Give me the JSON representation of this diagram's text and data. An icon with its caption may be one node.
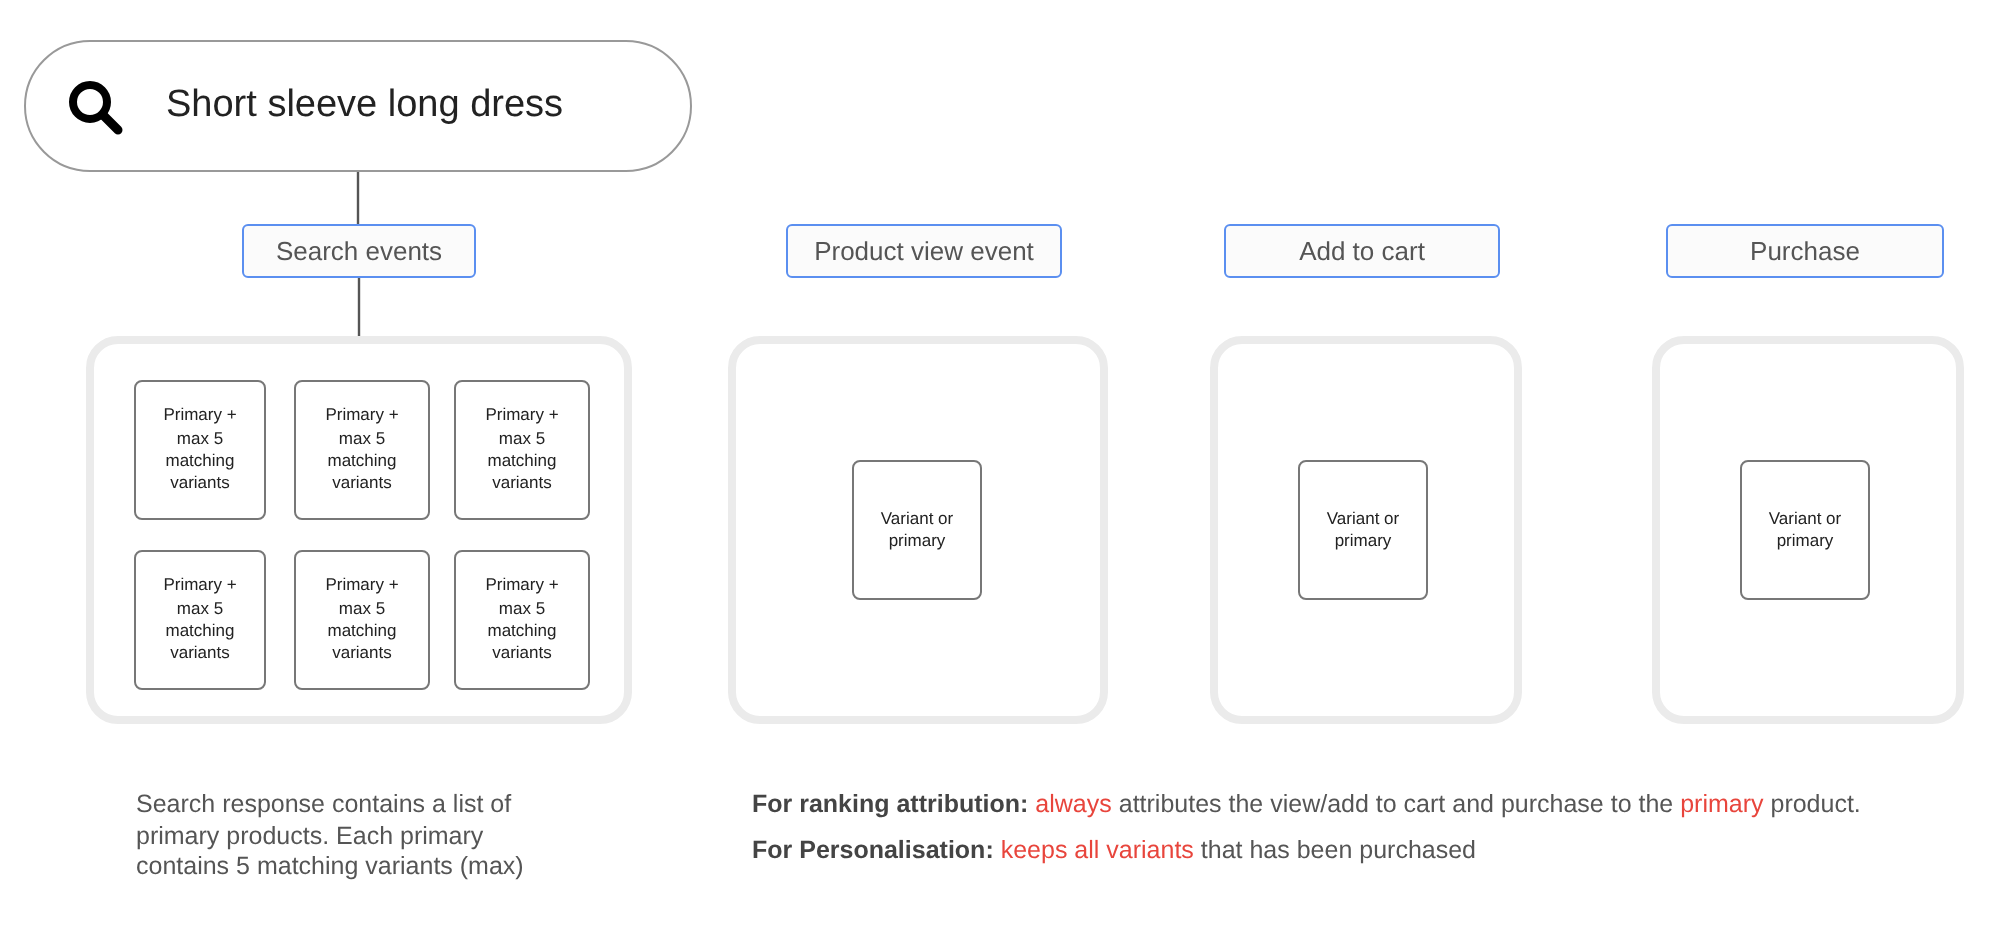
{
  "diagram": {
    "nodes": [
      {
        "text": [
          "Short sleeve long dress"
        ]
      },
      {
        "text": [
          "Search events"
        ]
      },
      {
        "text": [],
        "shape": "box"
      },
      {
        "text": [
          "Primary + max 5 matching variants"
        ],
        "in": 2
      },
      {
        "text": [
          "Primary + max 5 matching variants"
        ],
        "in": 2
      },
      {
        "text": [
          "Primary + max 5 matching variants"
        ],
        "in": 2
      },
      {
        "text": [
          "Primary + max 5 matching variants"
        ],
        "in": 2
      },
      {
        "text": [
          "Primary + max 5 matching variants"
        ],
        "in": 2
      },
      {
        "text": [
          "Primary + max 5 matching variants"
        ],
        "in": 2
      },
      {
        "text": [
          "Product view event"
        ]
      },
      {
        "text": [],
        "shape": "box"
      },
      {
        "text": [
          "Variant or primary"
        ],
        "in": 10
      },
      {
        "text": [
          "Add to cart"
        ]
      },
      {
        "text": [],
        "shape": "box"
      },
      {
        "text": [
          "Variant or primary"
        ],
        "in": 13
      },
      {
        "text": [
          "Purchase"
        ]
      },
      {
        "text": [],
        "shape": "box"
      },
      {
        "text": [
          "Variant or primary"
        ],
        "in": 16
      }
    ],
    "edges": [
      {
        "from": 0,
        "to": 1,
        "arrow": "none"
      },
      {
        "from": 1,
        "to": 2,
        "arrow": "none"
      }
    ],
    "labels": [
      "Search response contains a list of primary products. Each primary contains 5 matching variants (max)",
      "**For ranking attribution:** *always* attributes the view/add to cart and purchase to the *primary* product.",
      "**For Personalisation:** *keeps all variants* that has been purchased"
    ]
  }
}
